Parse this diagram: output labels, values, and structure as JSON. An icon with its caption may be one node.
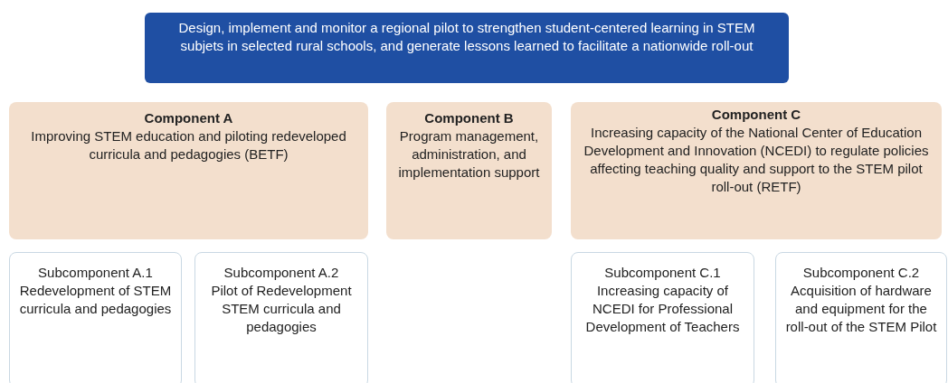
{
  "diagram": {
    "nodes": [
      {
        "text": [
          "Design, implement and monitor a regional pilot to strengthen student-centered learning in STEM subjets in selected rural schools, and generate lessons learned to facilitate a nationwide roll-out"
        ]
      },
      {
        "text": [
          "Component A",
          "Improving STEM education and piloting redeveloped curricula and pedagogies (BETF)"
        ]
      },
      {
        "text": [
          "Component B",
          "Program management, administration, and implementation support"
        ]
      },
      {
        "text": [
          "Component C",
          "Increasing capacity of the National Center of Education Development and Innovation (NCEDI) to regulate policies affecting teaching quality and support to the STEM pilot roll-out (RETF)"
        ]
      },
      {
        "text": [
          "Subcomponent A.1",
          "Redevelopment of STEM curricula and pedagogies"
        ]
      },
      {
        "text": [
          "Subcomponent A.2",
          "Pilot of Redevelopment STEM curricula and pedagogies"
        ]
      },
      {
        "text": [
          "Subcomponent C.1",
          "Increasing capacity of NCEDI for Professional Development of Teachers"
        ]
      },
      {
        "text": [
          "Subcomponent C.2",
          "Acquisition of hardware and equipment for the roll-out of the STEM Pilot"
        ]
      }
    ],
    "edges": []
  }
}
